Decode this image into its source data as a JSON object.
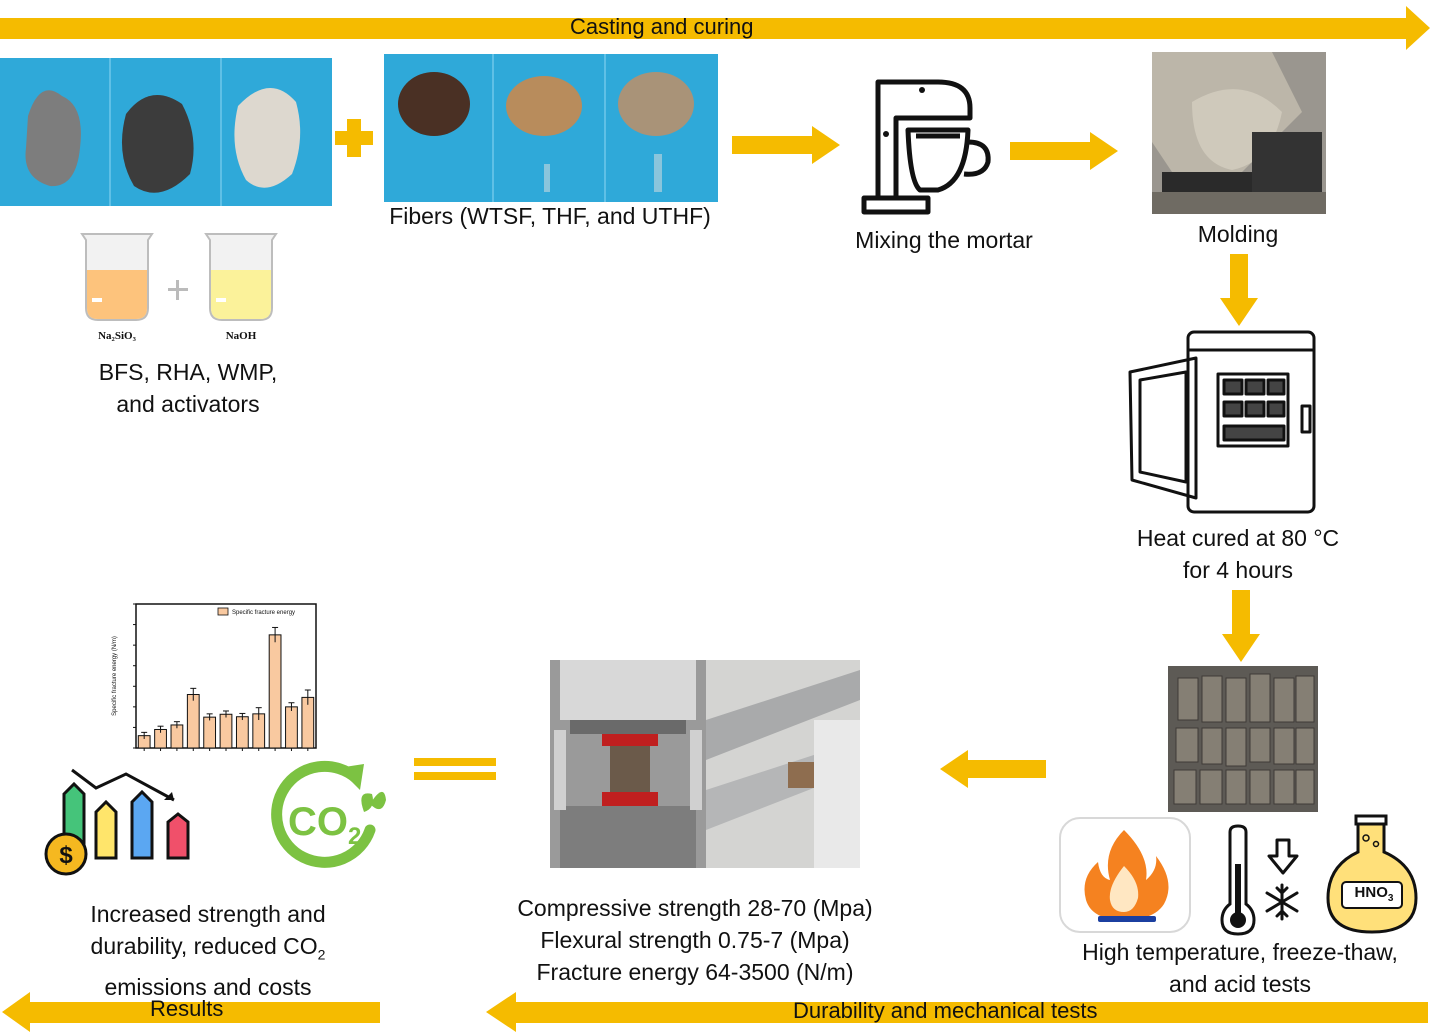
{
  "top_banner": {
    "label": "Casting and curing"
  },
  "bottom_left_banner": {
    "label": "Results"
  },
  "bottom_right_banner": {
    "label": "Durability and mechanical tests"
  },
  "beakers": {
    "left_label": "Na₂SiO₃",
    "right_label": "NaOH"
  },
  "steps": {
    "binders_line1": "BFS, RHA, WMP,",
    "binders_line2": "and activators",
    "fibers": "Fibers (WTSF, THF, and UTHF)",
    "mixing": "Mixing the mortar",
    "molding": "Molding",
    "heat_line1": "Heat cured at 80 °C",
    "heat_line2": "for 4 hours",
    "durability_line1": "High temperature, freeze-thaw,",
    "durability_line2": "and acid tests",
    "mech_line1": "Compressive strength 28-70 (Mpa)",
    "mech_line2": "Flexural strength 0.75-7 (Mpa)",
    "mech_line3": "Fracture energy 64-3500 (N/m)",
    "results_line1": "Increased strength and",
    "results_line2_pre": "durability, reduced CO",
    "results_line2_sub": "2",
    "results_line3": "emissions and costs"
  },
  "icons": {
    "co2_text": "CO",
    "co2_sub": "2",
    "hno3_text": "HNO",
    "hno3_sub": "3"
  },
  "colors": {
    "accent": "#F5BB00",
    "photo_blue": "#2FA9D9",
    "bar_fill": "#F9C9A0"
  },
  "chart_data": {
    "type": "bar",
    "title": "",
    "legend": [
      "Specific fracture energy"
    ],
    "legend_position": "top-right",
    "xlabel": "",
    "ylabel": "Specific fracture energy (N/m)",
    "ylim": [
      0,
      3500
    ],
    "grid": false,
    "categories": [
      "",
      "",
      "",
      "",
      "",
      "",
      "",
      "",
      "",
      "",
      ""
    ],
    "values": [
      300,
      450,
      560,
      1300,
      750,
      820,
      760,
      830,
      2750,
      1000,
      1230
    ],
    "errors": [
      80,
      80,
      80,
      150,
      80,
      80,
      80,
      150,
      180,
      100,
      180
    ]
  }
}
